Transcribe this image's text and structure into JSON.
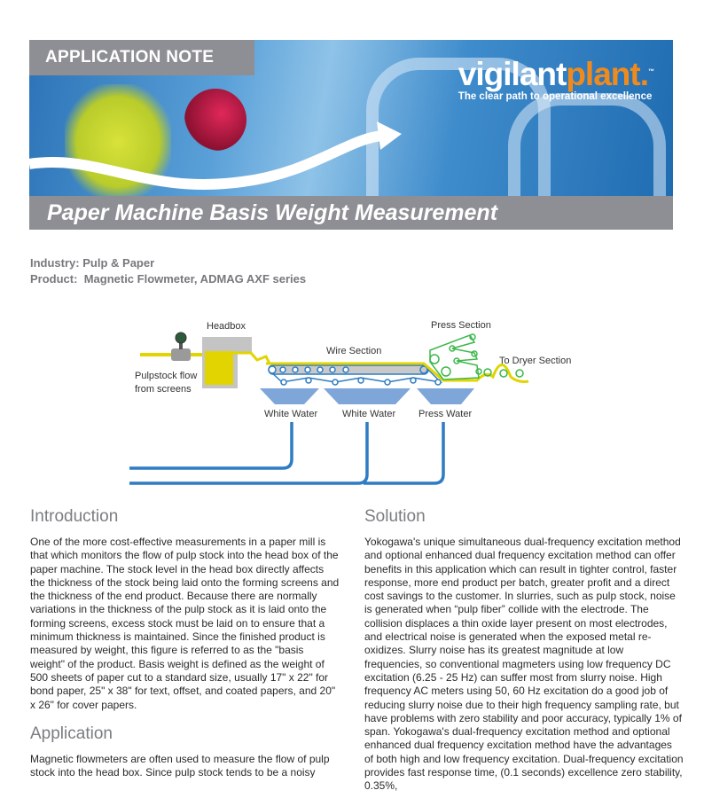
{
  "header": {
    "badge": "APPLICATION NOTE",
    "logo_part1": "vigilant",
    "logo_part2": "plant.",
    "logo_tm": "™",
    "tagline": "The clear path to operational excellence",
    "title": "Paper Machine Basis Weight Measurement"
  },
  "meta": {
    "industry_label": "Industry:",
    "industry": "Pulp & Paper",
    "product_label": "Product:",
    "product": "Magnetic Flowmeter, ADMAG AXF series"
  },
  "diagram": {
    "headbox": "Headbox",
    "pulpstock_1": "Pulpstock flow",
    "pulpstock_2": "from screens",
    "wire": "Wire Section",
    "press": "Press Section",
    "dryer": "To Dryer Section",
    "white_water_1": "White Water",
    "white_water_2": "White Water",
    "press_water": "Press Water",
    "colors": {
      "pulp": "#e2d400",
      "wire": "#2e7cc4",
      "press": "#3cb84a",
      "tray": "#7ea6d8",
      "headbox": "#bfbfbf"
    }
  },
  "intro": {
    "heading": "Introduction",
    "body": "One of the more cost-effective measurements in a paper mill is that which monitors the flow of pulp stock into the head box of the paper machine. The stock level in the head box directly affects the thickness of the stock being laid onto the forming screens and the thickness of the end product. Because there are normally variations in the thickness of the pulp stock as it is laid onto the forming screens, excess stock must be laid on to ensure that a minimum thickness is maintained. Since the finished product is measured by weight, this figure is referred to as the \"basis weight\" of the product. Basis weight is defined as the weight of 500 sheets of paper cut to a standard size, usually 17\" x 22\" for bond paper, 25\" x 38\" for text, offset, and coated papers, and 20\" x 26\" for cover papers."
  },
  "application": {
    "heading": "Application",
    "body": "Magnetic flowmeters are often used to measure the flow of pulp stock into the head box. Since pulp stock tends to be a noisy measurement with a magnetic flowmeter, long damping"
  },
  "solution": {
    "heading": "Solution",
    "body": "Yokogawa's unique simultaneous dual-frequency excitation method  and optional enhanced dual frequency excitation method can offer benefits in this application which can result in tighter control, faster response, more end product per batch, greater profit and a direct cost savings to the customer. In slurries, such as pulp stock, noise is generated when “pulp fiber” collide with the electrode. The collision displaces a thin oxide layer present on most electrodes, and electrical noise is generated when the exposed metal re-oxidizes. Slurry noise has its greatest magnitude at low frequencies, so conventional magmeters using low frequency DC excitation (6.25 - 25 Hz) can suffer most from slurry noise. High frequency AC meters using 50, 60 Hz excitation do a good job of reducing slurry noise due to their high frequency sampling rate, but have problems with zero stability and poor accuracy, typically 1% of span. Yokogawa's dual-frequency excitation method and optional enhanced dual frequency excitation method have the advantages of both high and low frequency excitation. Dual-frequency excitation provides fast response time, (0.1 seconds) excellence zero stability, 0.35%,"
  }
}
